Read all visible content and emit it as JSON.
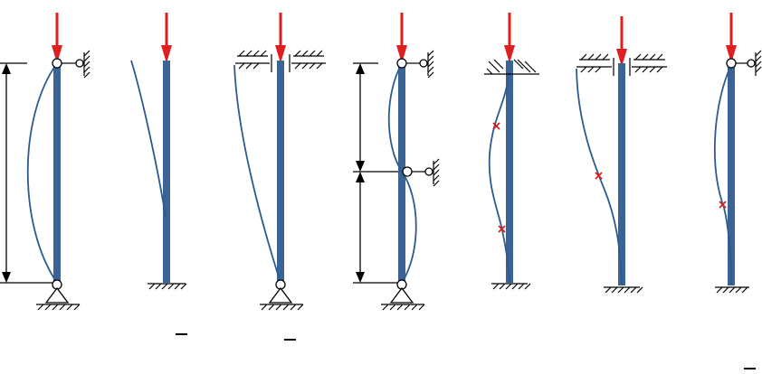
{
  "diagram": {
    "cases": [
      {
        "id": "pinned-pinned",
        "top": "roller",
        "bottom": "pin",
        "buckled_shape": "single-bow",
        "inflection_points": 0
      },
      {
        "id": "fixed-free",
        "top": "free",
        "bottom": "fixed",
        "buckled_shape": "cantilever-sway",
        "inflection_points": 0
      },
      {
        "id": "fixed-sliding",
        "top": "guided-sliding",
        "bottom": "pin",
        "buckled_shape": "sway",
        "inflection_points": 0
      },
      {
        "id": "pinned-with-middle-brace",
        "top": "roller",
        "middle": "roller",
        "bottom": "pin",
        "buckled_shape": "double-wave",
        "inflection_points": 0
      },
      {
        "id": "fixed-fixed",
        "top": "fixed",
        "bottom": "fixed",
        "buckled_shape": "s-curve",
        "inflection_points": 2
      },
      {
        "id": "fixed-guided",
        "top": "guided-sliding",
        "bottom": "fixed",
        "buckled_shape": "sway-reverse",
        "inflection_points": 1
      },
      {
        "id": "fixed-pinned",
        "top": "roller",
        "bottom": "fixed",
        "buckled_shape": "partial-bow",
        "inflection_points": 1
      }
    ],
    "colors": {
      "load_arrow": "#dd1f1f",
      "column": "#3b6494",
      "buckled_curve": "#2e5b8f",
      "inflection_marker": "#dd1f1f"
    }
  }
}
